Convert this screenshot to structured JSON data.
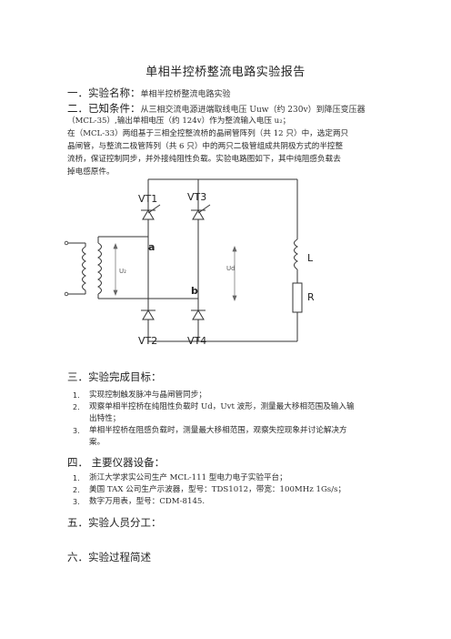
{
  "title": "单相半控桥整流电路实验报告",
  "s1": {
    "head": "一．实验名称：",
    "body": "单相半控桥整流电路实验"
  },
  "s2": {
    "head": "二．已知条件：",
    "line1": "从三相交流电源进端取线电压 Uuw（约 230v）到降压变压器",
    "line2": "（MCL-35）,输出单相电压（约 124v）作为整流输入电压 u₂；",
    "line3": "在（MCL-33）两组基于三相全控整流桥的晶闸管阵列（共 12 只）中，选定两只",
    "line4": "晶闸管，与整流二极管阵列（共 6 只）中的两只二极管组成共阴极方式的半控整",
    "line5": "流桥，保证控制同步，并外接纯阻性负载。实验电路图如下，其中纯阻感负载去",
    "line6": "掉电感原件。"
  },
  "circuit": {
    "vt1": "VT1",
    "vt2": "VT2",
    "vt3": "VT3",
    "vt4": "VT4",
    "a": "a",
    "b": "b",
    "u2": "U₂",
    "ud": "Ud",
    "l": "L",
    "r": "R"
  },
  "s3": {
    "head": "三．实验完成目标：",
    "items": [
      {
        "n": "1.",
        "t1": "实现控制触发脉冲与晶闸管同步；",
        "t2": ""
      },
      {
        "n": "2.",
        "t1": "观察单相半控桥在纯阻性负载时 Ud，Uvt 波形，测量最大移相范围及输入输",
        "t2": "出特性；"
      },
      {
        "n": "3.",
        "t1": "单相半控桥在阻感负载时，测量最大移相范围，观察失控现象并讨论解决方",
        "t2": "案。"
      }
    ]
  },
  "s4": {
    "head": "四．  主要仪器设备：",
    "items": [
      {
        "n": "1.",
        "t": "浙江大学求实公司生产 MCL-111 型电力电子实验平台；"
      },
      {
        "n": "2.",
        "t": "美国 TAX 公司生产示波器，型号：TDS1012，带宽：100MHz    1Gs/s；"
      },
      {
        "n": "3.",
        "t": "数字万用表，型号：CDM-8145."
      }
    ]
  },
  "s5": {
    "head": "五．实验人员分工："
  },
  "s6": {
    "head": "六．实验过程简述"
  }
}
